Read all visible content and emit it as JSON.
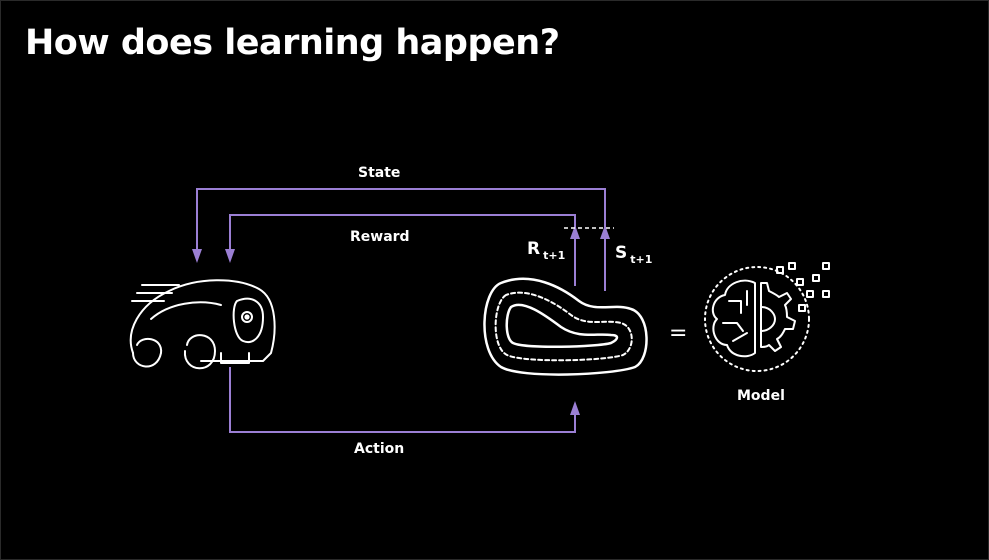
{
  "slide": {
    "title": "How does learning happen?"
  },
  "diagram": {
    "labels": {
      "state": "State",
      "reward": "Reward",
      "action": "Action",
      "model": "Model",
      "equals": "="
    },
    "symbols": {
      "reward_symbol": "R",
      "state_symbol": "S",
      "subscript": "t+1"
    },
    "colors": {
      "background": "#000000",
      "arrow": "#9b7fd4",
      "icon": "#ffffff",
      "text": "#ffffff"
    },
    "icons": {
      "agent": "car-icon",
      "environment": "race-track-icon",
      "model": "brain-gear-icon"
    }
  }
}
